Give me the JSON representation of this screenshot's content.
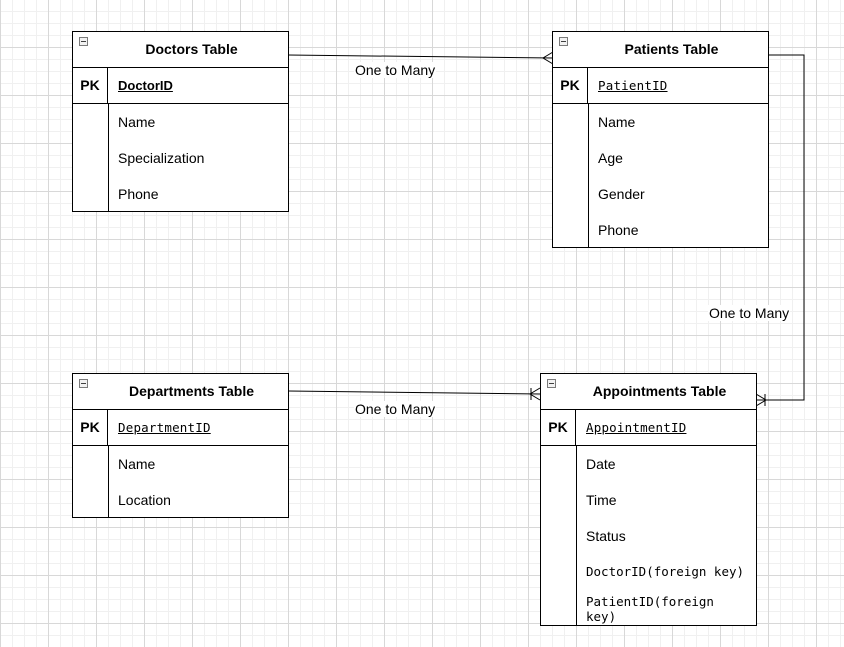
{
  "tables": {
    "doctors": {
      "title": "Doctors Table",
      "pk_label": "PK",
      "pk_field": "DoctorID",
      "fields": [
        "Name",
        "Specialization",
        "Phone"
      ]
    },
    "patients": {
      "title": "Patients Table",
      "pk_label": "PK",
      "pk_field": "PatientID",
      "fields": [
        "Name",
        "Age",
        "Gender",
        "Phone"
      ]
    },
    "departments": {
      "title": "Departments Table",
      "pk_label": "PK",
      "pk_field": "DepartmentID",
      "fields": [
        "Name",
        "Location"
      ]
    },
    "appointments": {
      "title": "Appointments Table",
      "pk_label": "PK",
      "pk_field": "AppointmentID",
      "fields": [
        "Date",
        "Time",
        "Status",
        "DoctorID(foreign key)",
        "PatientID(foreign key)"
      ]
    }
  },
  "relationships": [
    {
      "from": "Doctors Table",
      "to": "Patients Table",
      "label": "One to Many"
    },
    {
      "from": "Patients Table",
      "to": "Appointments Table",
      "label": "One to Many"
    },
    {
      "from": "Departments Table",
      "to": "Appointments Table",
      "label": "One to Many"
    }
  ]
}
